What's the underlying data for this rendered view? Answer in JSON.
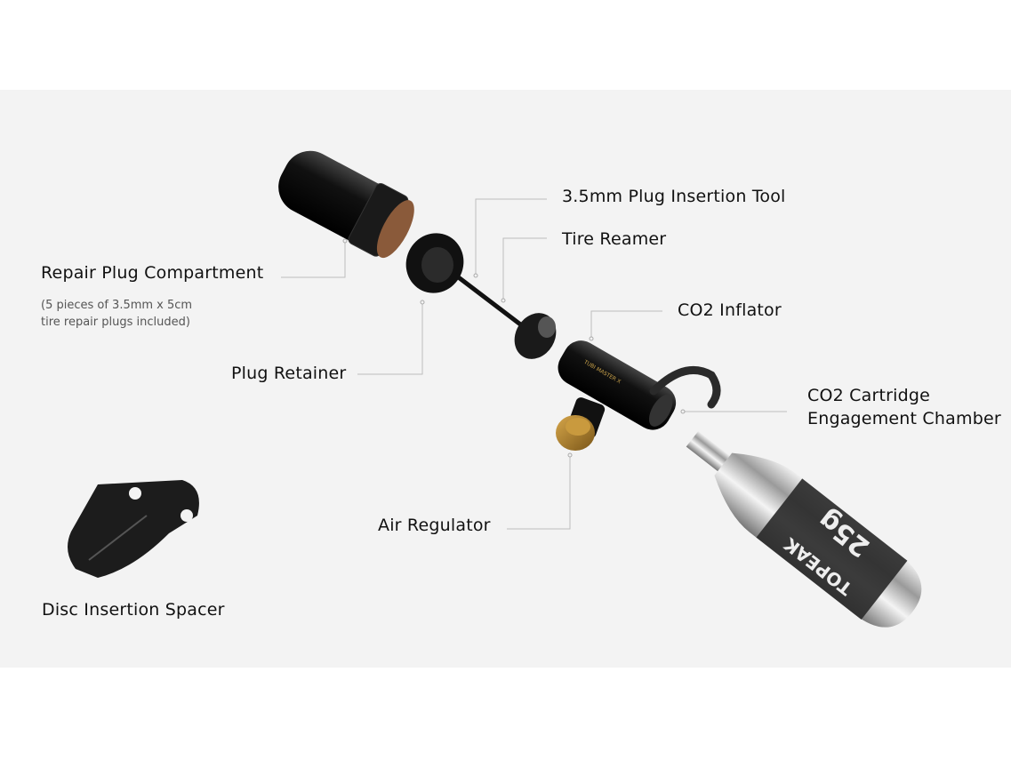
{
  "labels": {
    "repair_plug_compartment": "Repair Plug Compartment",
    "repair_plug_note_line1": "(5 pieces of 3.5mm x 5cm",
    "repair_plug_note_line2": "tire repair plugs included)",
    "plug_retainer": "Plug Retainer",
    "plug_insertion_tool": "3.5mm Plug Insertion Tool",
    "tire_reamer": "Tire Reamer",
    "co2_inflator": "CO2 Inflator",
    "co2_cartridge_line1": "CO2 Cartridge",
    "co2_cartridge_line2": "Engagement Chamber",
    "air_regulator": "Air Regulator",
    "disc_insertion_spacer": "Disc Insertion Spacer"
  },
  "product_markings": {
    "inflator_text": "TUBI MASTER X",
    "cartridge_brand": "TOPEAK",
    "cartridge_size": "25g"
  },
  "colors": {
    "panel_background": "#f3f3f3",
    "leader_line": "#bdbdbd",
    "label_text": "#111111",
    "regulator_brass": "#b8862b"
  }
}
